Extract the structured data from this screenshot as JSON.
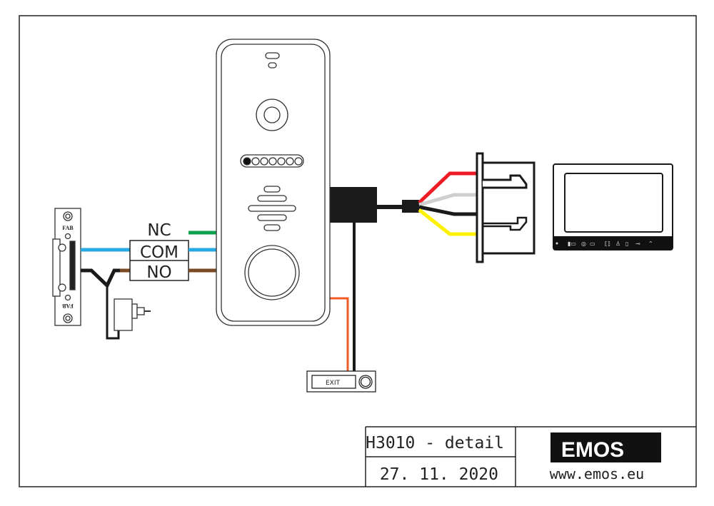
{
  "terminal_labels": {
    "nc": "NC",
    "com": "COM",
    "no": "NO"
  },
  "lock_labels": {
    "top": "FAB",
    "bottom": "FAB"
  },
  "exit_button": {
    "label": "EXIT"
  },
  "title_block": {
    "title": "H3010 - detail",
    "date": "27. 11. 2020",
    "brand": "EMOS",
    "website": "www.emos.eu"
  },
  "wire_colors": {
    "nc": "#0ba14b",
    "com": "#29a9e1",
    "no": "#7b4a25",
    "red": "#ed1c24",
    "grey": "#cfcfcf",
    "black": "#1a1a1a",
    "yellow": "#fff200",
    "exit": "#f15a24"
  },
  "monitor_icons": [
    "dot-icon",
    "camera-switch-icon",
    "settings-icon",
    "video-record-icon",
    "intercom-icon",
    "person-icon",
    "door-icon",
    "key-icon",
    "unlock-icon"
  ]
}
